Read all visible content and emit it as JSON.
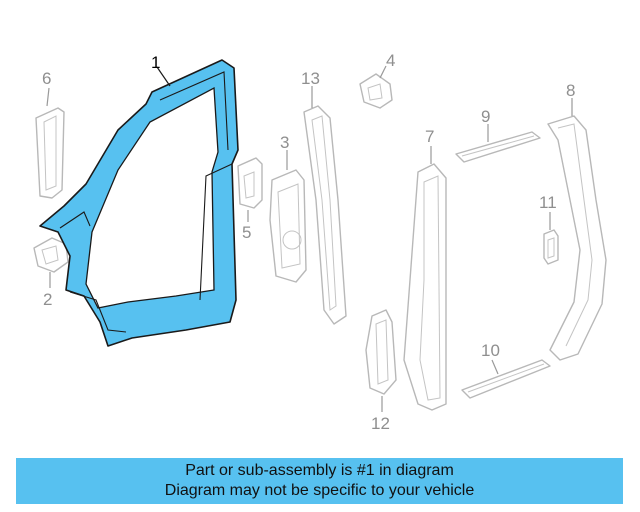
{
  "colors": {
    "highlight": "#57c1f0",
    "ghost": "#b8b8b8"
  },
  "callouts": {
    "c1": "1",
    "c2": "2",
    "c3": "3",
    "c4": "4",
    "c5": "5",
    "c6": "6",
    "c7": "7",
    "c8": "8",
    "c9": "9",
    "c10": "10",
    "c11": "11",
    "c12": "12",
    "c13": "13"
  },
  "banner": {
    "line1": "Part or sub-assembly is #1 in diagram",
    "line2": "Diagram may not be specific to your vehicle"
  }
}
